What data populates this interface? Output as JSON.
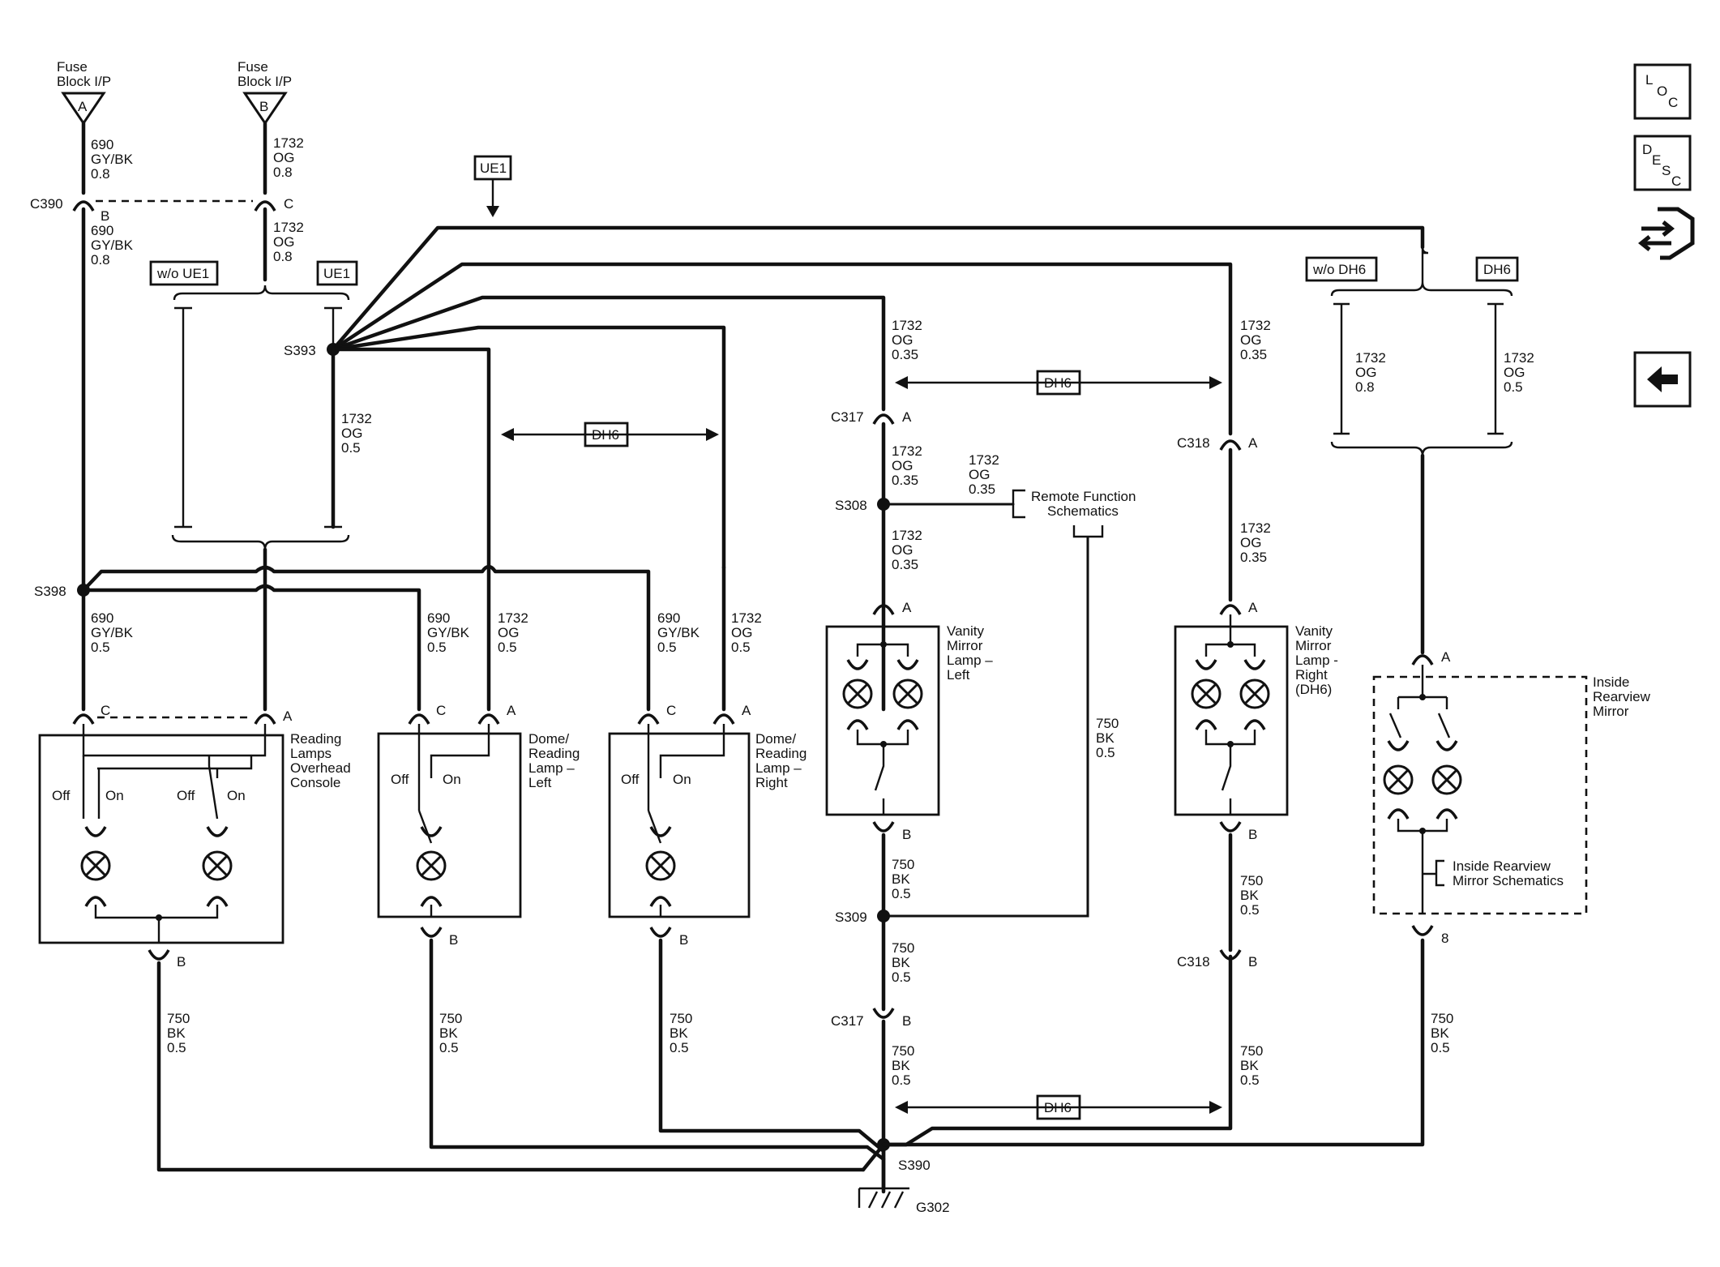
{
  "fuse_a": {
    "line1": "Fuse",
    "line2": "Block I/P",
    "letter": "A"
  },
  "fuse_b": {
    "line1": "Fuse",
    "line2": "Block I/P",
    "letter": "B"
  },
  "nav": {
    "loc": [
      "L",
      "O",
      "C"
    ],
    "desc": [
      "D",
      "E",
      "S",
      "C"
    ],
    "icons": [
      "loc-icon",
      "desc-icon",
      "connector-swap-icon",
      "back-arrow-icon"
    ]
  },
  "options": {
    "ue1": "UE1",
    "wo_ue1": "w/o UE1",
    "dh6": "DH6",
    "wo_dh6": "w/o DH6"
  },
  "connectors": {
    "c390": "C390",
    "c317": "C317",
    "c318": "C318"
  },
  "splices": {
    "s393": "S393",
    "s398": "S398",
    "s308": "S308",
    "s309": "S309",
    "s390": "S390"
  },
  "ground": "G302",
  "pins": {
    "a": "A",
    "b": "B",
    "c": "C",
    "eight": "8"
  },
  "wires": {
    "w690_gybk_08": [
      "690",
      "GY/BK",
      "0.8"
    ],
    "w690_gybk_05": [
      "690",
      "GY/BK",
      "0.5"
    ],
    "w1732_og_08": [
      "1732",
      "OG",
      "0.8"
    ],
    "w1732_og_05": [
      "1732",
      "OG",
      "0.5"
    ],
    "w1732_og_035": [
      "1732",
      "OG",
      "0.35"
    ],
    "w750_bk_05": [
      "750",
      "BK",
      "0.5"
    ]
  },
  "components": {
    "reading_lamps": [
      "Reading",
      "Lamps",
      "Overhead",
      "Console"
    ],
    "dome_left": [
      "Dome/",
      "Reading",
      "Lamp –",
      "Left"
    ],
    "dome_right": [
      "Dome/",
      "Reading",
      "Lamp –",
      "Right"
    ],
    "vanity_left": [
      "Vanity",
      "Mirror",
      "Lamp –",
      "Left"
    ],
    "vanity_right": [
      "Vanity",
      "Mirror",
      "Lamp -",
      "Right",
      "(DH6)"
    ],
    "inside_mirror": [
      "Inside",
      "Rearview",
      "Mirror"
    ]
  },
  "switch": {
    "off": "Off",
    "on": "On"
  },
  "refs": {
    "remote": [
      "Remote Function",
      "Schematics"
    ],
    "mirror_schem": [
      "Inside Rearview",
      "Mirror Schematics"
    ]
  },
  "colors": {
    "ink": "#111111",
    "background": "#ffffff"
  }
}
